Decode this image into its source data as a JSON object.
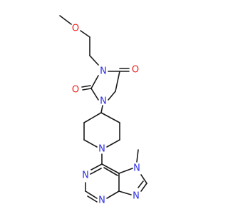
{
  "molecule": {
    "colors": {
      "nitrogen": "#2f2fe6",
      "oxygen": "#e8201c",
      "bond": "#1a1a1a",
      "background": "#ffffff"
    },
    "atoms": {
      "o_methoxy": "O",
      "n_hydantoin_3": "N",
      "o_c4": "O",
      "o_c2": "O",
      "n_hydantoin_1": "N",
      "n_piperidine": "N",
      "n_purine_7": "N",
      "n_purine_8": "N",
      "n_purine_1": "N",
      "n_purine_3": "N"
    }
  }
}
